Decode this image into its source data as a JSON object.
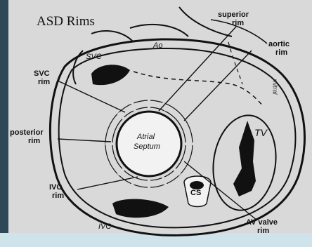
{
  "slide": {
    "title": "ASD Rims"
  },
  "diagram": {
    "labels": {
      "superior_rim_1": "superior",
      "superior_rim_2": "rim",
      "aortic_rim_1": "aortic",
      "aortic_rim_2": "rim",
      "ao": "Ao",
      "svc": "SVC",
      "svc_rim_1": "SVC",
      "svc_rim_2": "rim",
      "posterior_rim_1": "posterior",
      "posterior_rim_2": "rim",
      "atrial_septum_1": "Atrial",
      "atrial_septum_2": "Septum",
      "tv": "TV",
      "ivc_rim_1": "IVC",
      "ivc_rim_2": "rim",
      "cs": "CS",
      "ivc": "IVC",
      "av_valve_rim_1": "AV valve",
      "av_valve_rim_2": "rim",
      "mitral": "mitral"
    }
  }
}
